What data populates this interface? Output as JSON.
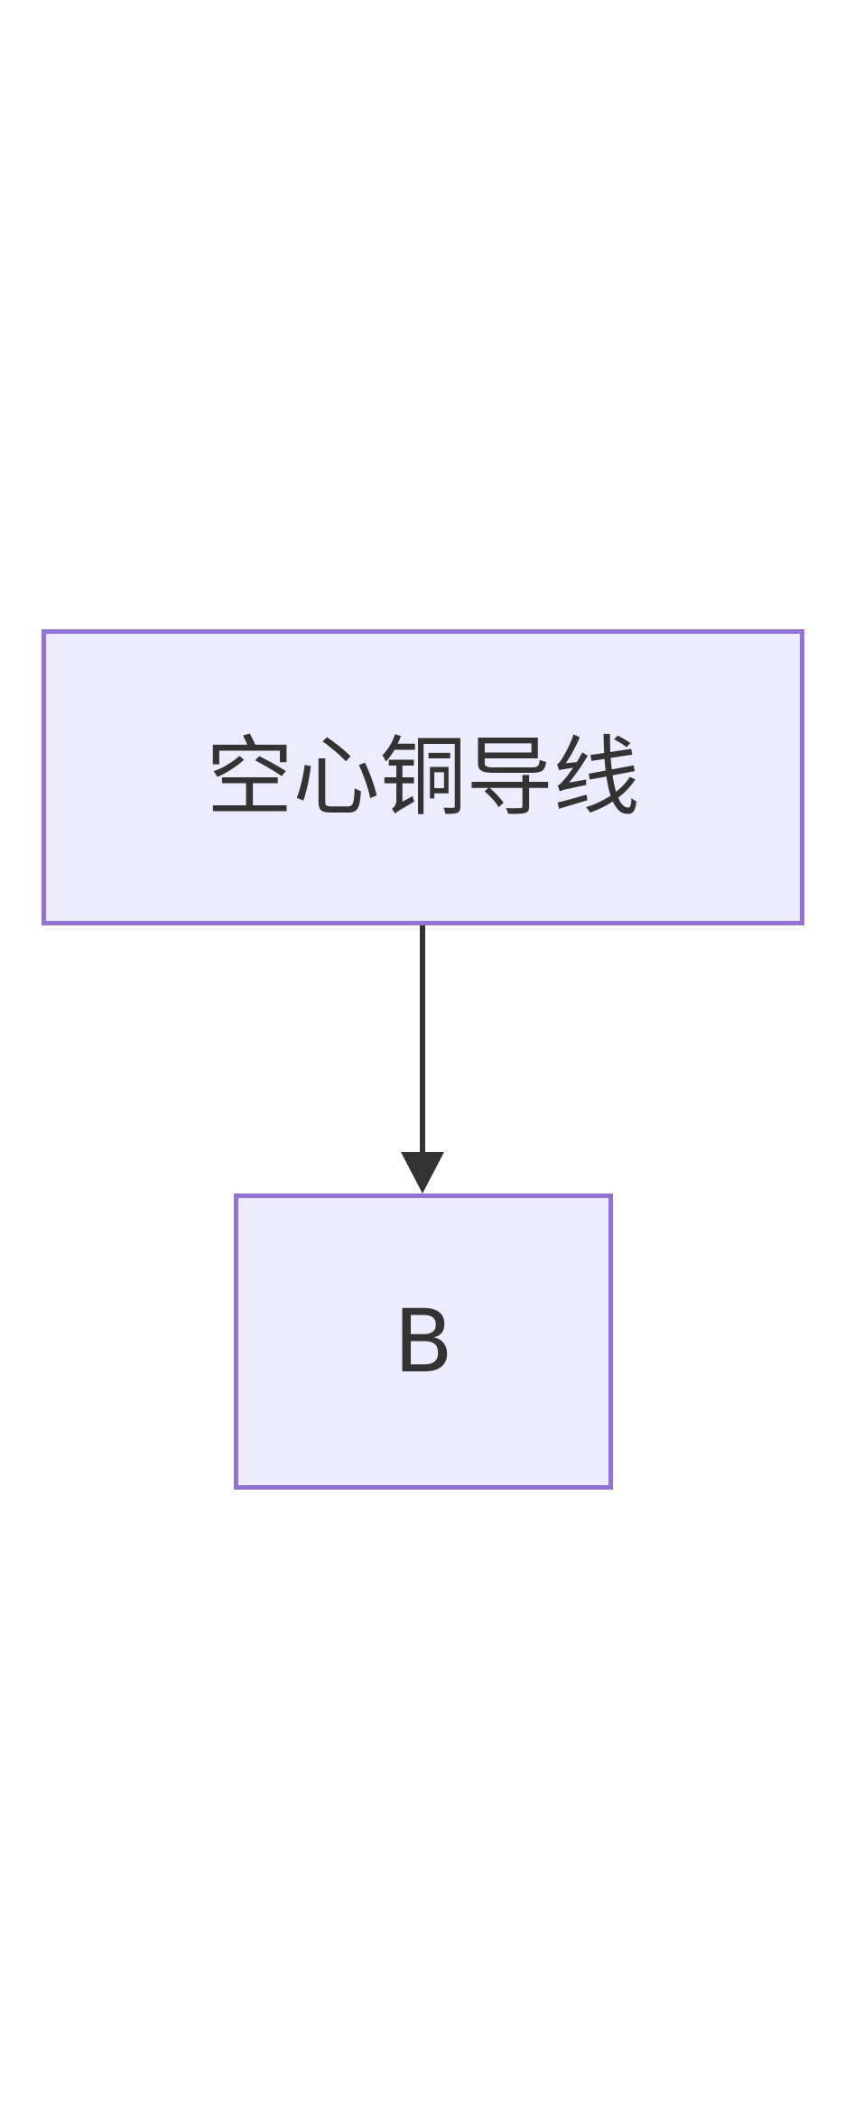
{
  "diagram": {
    "nodes": [
      {
        "id": "A",
        "label": "空心铜导线"
      },
      {
        "id": "B",
        "label": "B"
      }
    ],
    "edges": [
      {
        "from": "A",
        "to": "B"
      }
    ],
    "colors": {
      "node_fill": "#ececfe",
      "node_border": "#9370db",
      "text": "#333333",
      "edge": "#333333",
      "background": "#ffffff"
    }
  }
}
